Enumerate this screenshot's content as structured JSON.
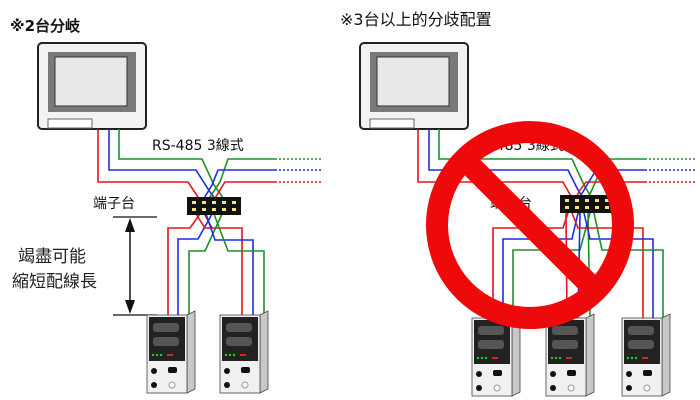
{
  "left_panel": {
    "title": "※2台分岐",
    "bus_label": "RS-485 3線式",
    "terminal_label": "端子台",
    "note_line1": "竭盡可能",
    "note_line2": "縮短配線長"
  },
  "right_panel": {
    "title": "※3台以上的分歧配置",
    "bus_label": "RS-485 3線式",
    "terminal_label": "端子台"
  },
  "colors": {
    "red_wire": "#e8141e",
    "blue_wire": "#1d2be8",
    "green_wire": "#1f8f2a",
    "prohibit": "#ee0a0a"
  },
  "icons": [
    "hmi-touch-panel-icon",
    "terminal-block-icon",
    "controller-device-icon",
    "prohibited-sign-icon",
    "double-arrow-icon"
  ]
}
